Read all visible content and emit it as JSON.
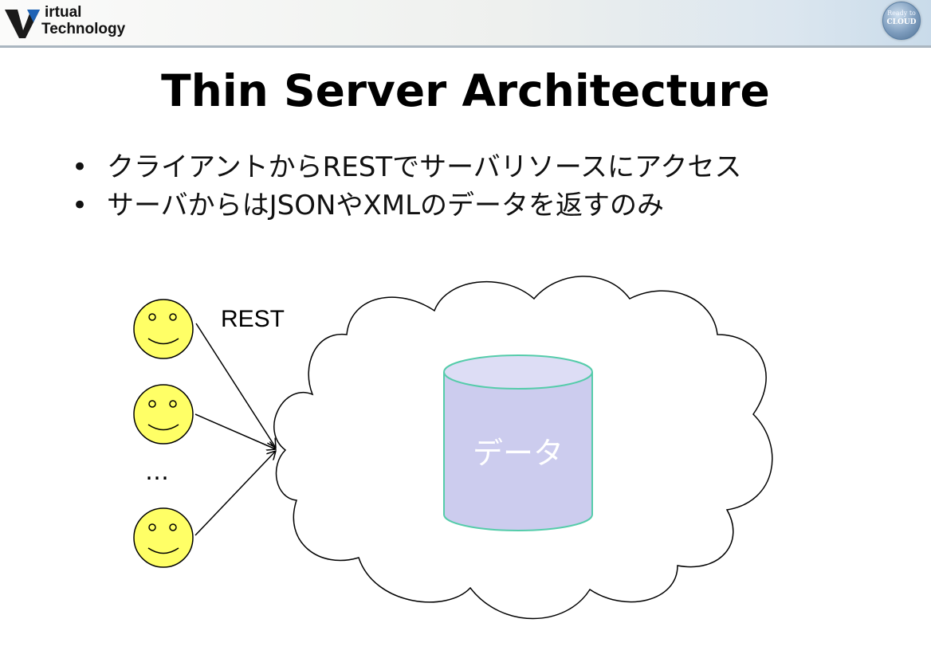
{
  "header": {
    "logo_line1": "irtual",
    "logo_line2": "Technology",
    "badge_line1": "Ready to",
    "badge_line2": "CLOUD"
  },
  "slide": {
    "title": "Thin Server Architecture",
    "bullets": [
      "クライアントからRESTでサーバリソースにアクセス",
      "サーバからはJSONやXMLのデータを返すのみ"
    ]
  },
  "diagram": {
    "edge_label": "REST",
    "ellipsis": "…",
    "database_label": "データ",
    "colors": {
      "face_fill": "#ffff66",
      "database_fill": "#ccccee",
      "database_stroke": "#55ccaa",
      "database_label": "#ffffff"
    }
  }
}
